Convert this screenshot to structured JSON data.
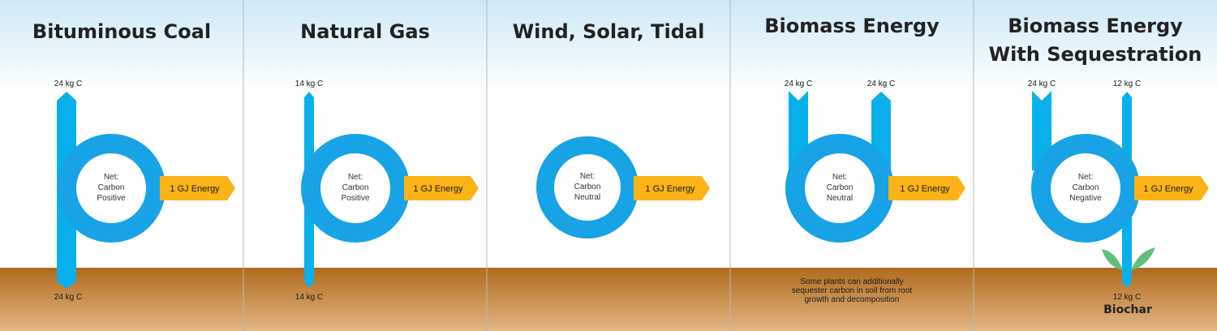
{
  "colors": {
    "sky_top": "#cde9f6",
    "sky_bottom": "#ffffff",
    "soil_top": "#b06a1e",
    "soil_bottom": "#e3b684",
    "carbon_blue": "#0ab0ec",
    "ring_blue": "#17a3e6",
    "energy_yellow": "#fbb315",
    "leaf_green": "#5fbf7f",
    "divider": "#b8b8b8"
  },
  "panels": [
    {
      "title_lines": [
        "Bituminous Coal"
      ],
      "top_labels": [
        "24 kg C"
      ],
      "bottom_label": "24 kg C",
      "ring_lines": [
        "Net:",
        "Carbon",
        "Positive"
      ],
      "energy_label": "1 GJ Energy"
    },
    {
      "title_lines": [
        "Natural Gas"
      ],
      "top_labels": [
        "14 kg C"
      ],
      "bottom_label": "14 kg C",
      "ring_lines": [
        "Net:",
        "Carbon",
        "Positive"
      ],
      "energy_label": "1 GJ Energy"
    },
    {
      "title_lines": [
        "Wind, Solar, Tidal"
      ],
      "ring_lines": [
        "Net:",
        "Carbon",
        "Neutral"
      ],
      "energy_label": "1 GJ Energy"
    },
    {
      "title_lines": [
        "Biomass Energy"
      ],
      "top_labels": [
        "24 kg C",
        "24 kg C"
      ],
      "ring_lines": [
        "Net:",
        "Carbon",
        "Neutral"
      ],
      "energy_label": "1 GJ Energy",
      "soil_note_lines": [
        "Some plants can additionally",
        "sequester carbon in soil from root",
        "growth and decomposition"
      ]
    },
    {
      "title_lines": [
        "Biomass Energy",
        "With Sequestration"
      ],
      "top_labels": [
        "24 kg C",
        "12 kg C"
      ],
      "bottom_label": "12 kg C",
      "extra_label": "Biochar",
      "ring_lines": [
        "Net:",
        "Carbon",
        "Negative"
      ],
      "energy_label": "1 GJ Energy"
    }
  ]
}
